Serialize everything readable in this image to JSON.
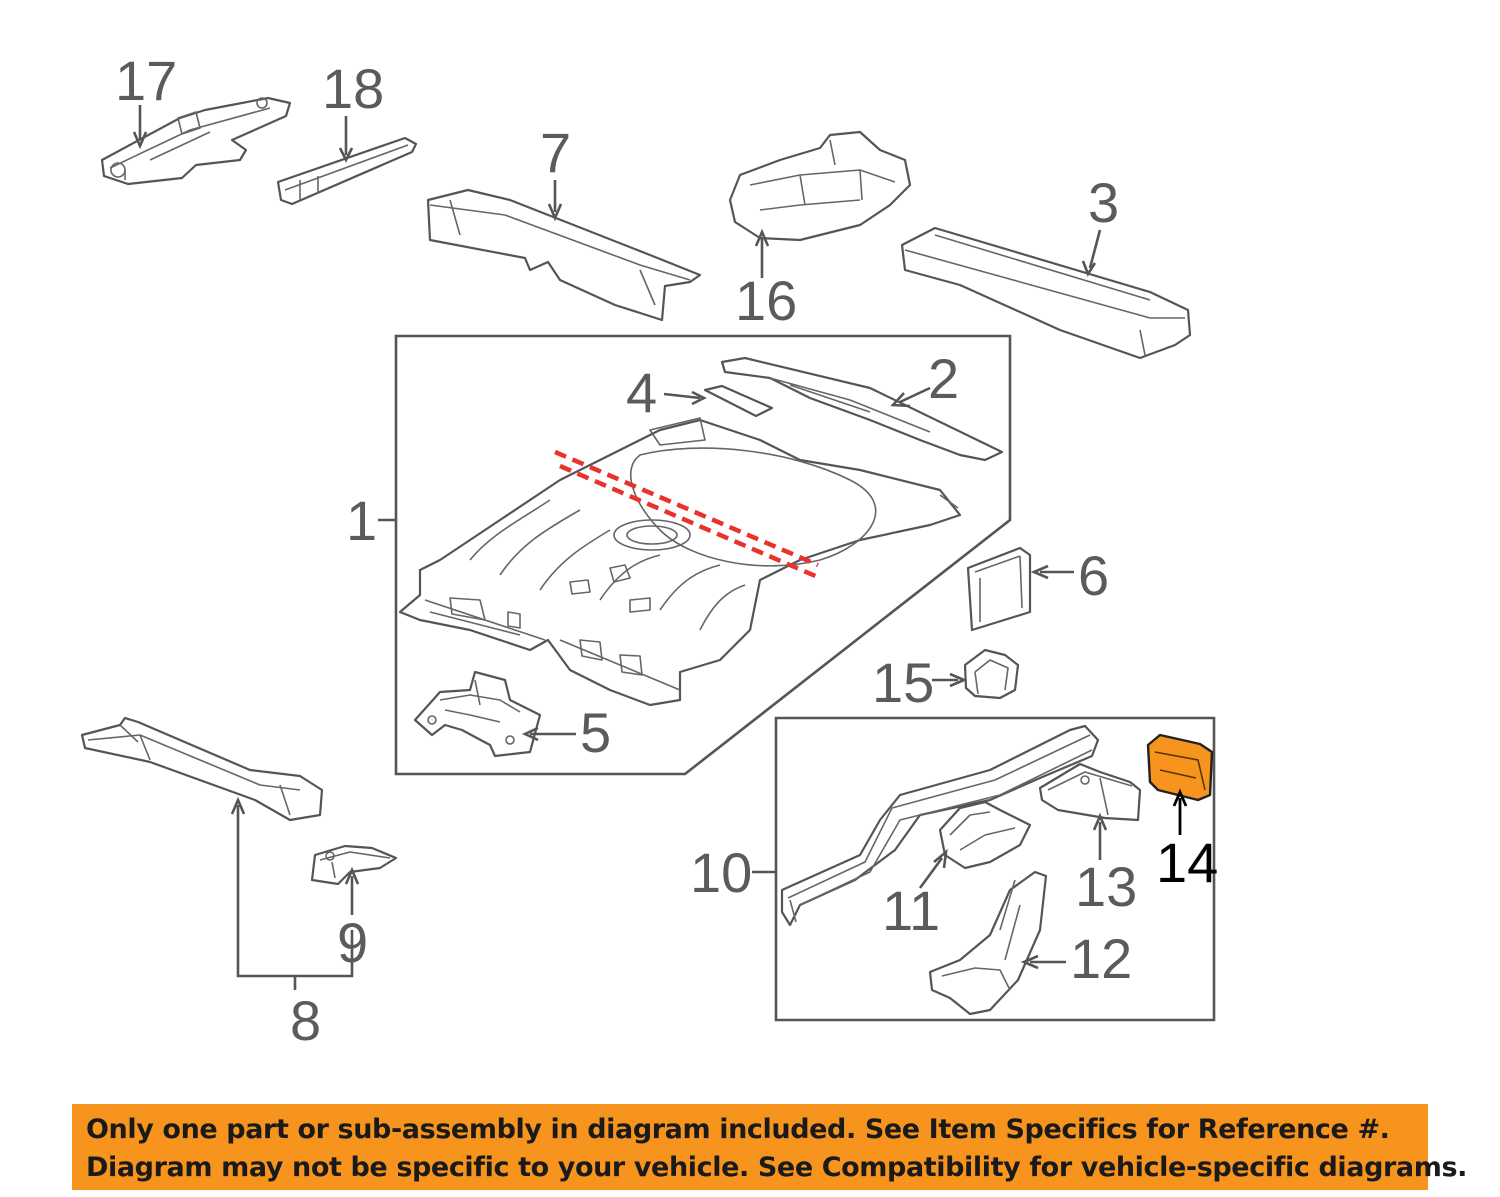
{
  "callouts": {
    "c1": "1",
    "c2": "2",
    "c3": "3",
    "c4": "4",
    "c5": "5",
    "c6": "6",
    "c7": "7",
    "c8": "8",
    "c9": "9",
    "c10": "10",
    "c11": "11",
    "c12": "12",
    "c13": "13",
    "c14": "14",
    "c15": "15",
    "c16": "16",
    "c17": "17",
    "c18": "18"
  },
  "highlighted_callout": "14",
  "colors": {
    "highlight_part": "#f7941d",
    "cut_line": "#e8322b",
    "notice_background": "#f7941d",
    "line_art": "#555555"
  },
  "notice": {
    "line1": "Only one part or sub-assembly in diagram included. See Item Specifics for Reference #.",
    "line2": "Diagram may not be specific to your vehicle. See Compatibility for vehicle-specific diagrams."
  }
}
